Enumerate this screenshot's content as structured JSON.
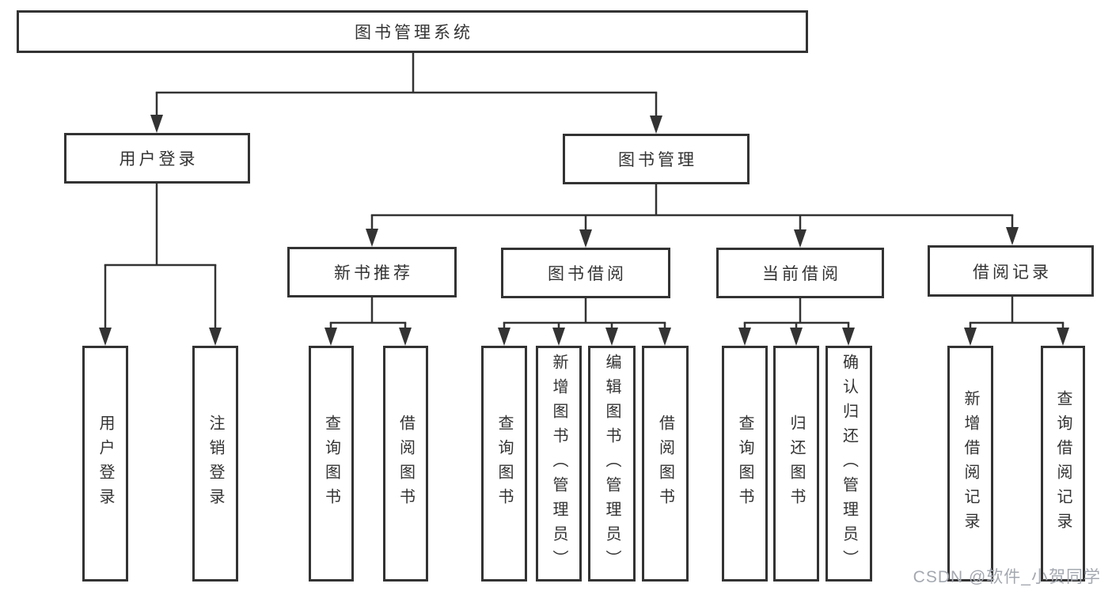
{
  "tree": {
    "root": {
      "label": "图书管理系统"
    },
    "branches": [
      {
        "label": "用户登录",
        "leaves": [
          {
            "label": "用户登录"
          },
          {
            "label": "注销登录"
          }
        ]
      },
      {
        "label": "图书管理",
        "groups": [
          {
            "label": "新书推荐",
            "leaves": [
              {
                "label": "查询图书"
              },
              {
                "label": "借阅图书"
              }
            ]
          },
          {
            "label": "图书借阅",
            "leaves": [
              {
                "label": "查询图书"
              },
              {
                "label": "新增图书（管理员）"
              },
              {
                "label": "编辑图书（管理员）"
              },
              {
                "label": "借阅图书"
              }
            ]
          },
          {
            "label": "当前借阅",
            "leaves": [
              {
                "label": "查询图书"
              },
              {
                "label": "归还图书"
              },
              {
                "label": "确认归还（管理员）"
              }
            ]
          },
          {
            "label": "借阅记录",
            "leaves": [
              {
                "label": "新增借阅记录"
              },
              {
                "label": "查询借阅记录"
              }
            ]
          }
        ]
      }
    ]
  },
  "watermark": {
    "text": "CSDN @软件_小贺同学"
  },
  "colors": {
    "line": "#333333",
    "text": "#333333",
    "watermark": "#a4a8b0",
    "background": "#ffffff"
  }
}
